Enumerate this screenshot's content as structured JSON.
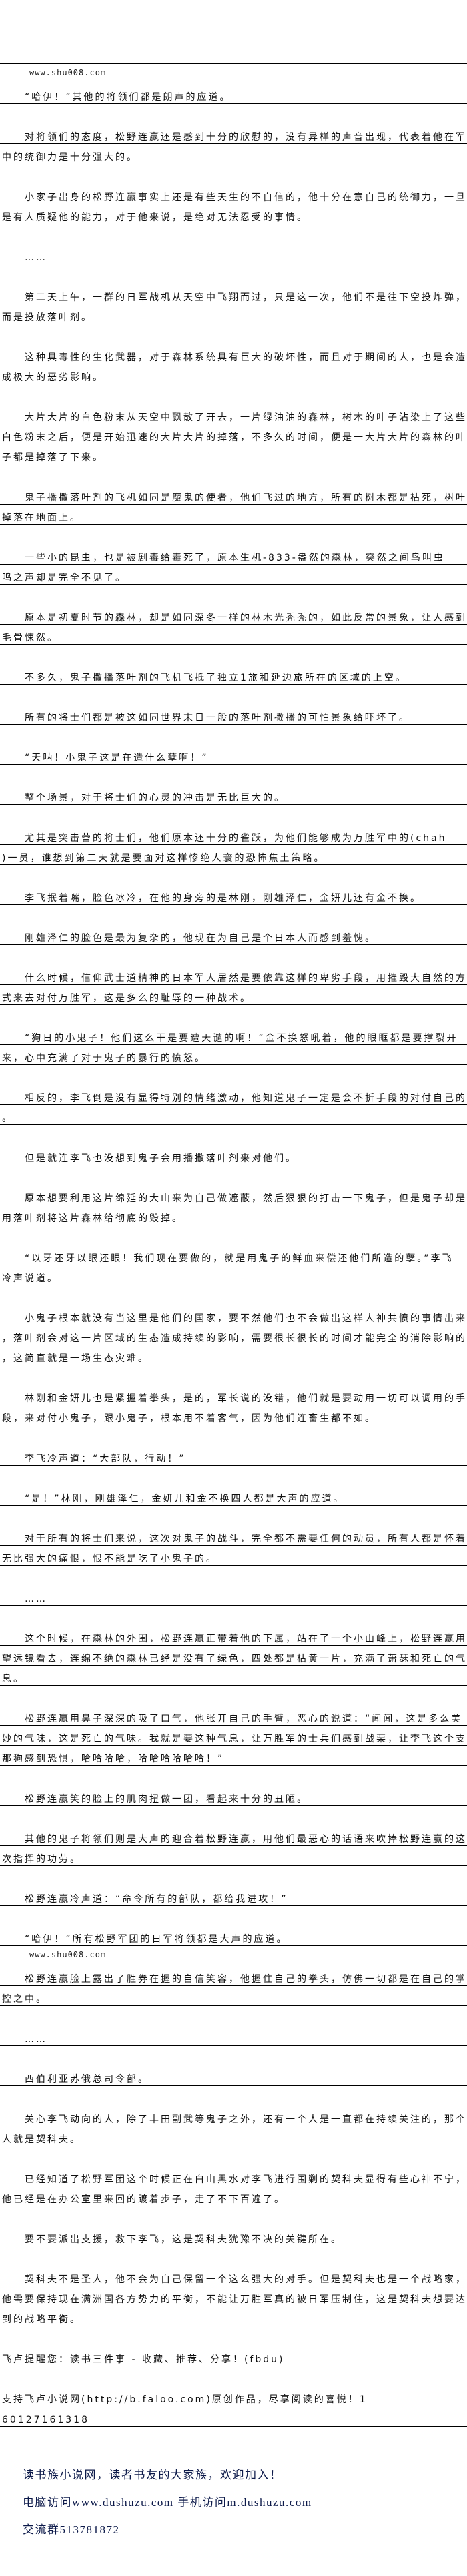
{
  "paragraphs": [
    {
      "prefix": "www.shu008.com",
      "lines": [
        "“哈伊！”其他的将领们都是朗声的应道。"
      ]
    },
    {
      "lines": [
        "对将领们的态度，松野连赢还是感到十分的欣慰的，没有异样的声音出现，代表着他在军",
        "中的统御力是十分强大的。"
      ]
    },
    {
      "lines": [
        "小家子出身的松野连赢事实上还是有些天生的不自信的，他十分在意自己的统御力，一旦",
        "是有人质疑他的能力，对于他来说，是绝对无法忍受的事情。"
      ]
    },
    {
      "lines": [
        "……"
      ]
    },
    {
      "lines": [
        "第二天上午，一群的日军战机从天空中飞翔而过，只是这一次，他们不是往下空投炸弹，",
        "而是投放落叶剂。"
      ]
    },
    {
      "lines": [
        "这种具毒性的生化武器，对于森林系统具有巨大的破坏性，而且对于期间的人，也是会造",
        "成极大的恶劣影响。"
      ]
    },
    {
      "lines": [
        "大片大片的白色粉末从天空中飘散了开去，一片绿油油的森林，树木的叶子沾染上了这些",
        "白色粉末之后，便是开始迅速的大片大片的掉落，不多久的时间，便是一大片大片的森林的叶",
        "子都是掉落了下来。"
      ]
    },
    {
      "lines": [
        "鬼子播撒落叶剂的飞机如同是魔鬼的使者，他们飞过的地方，所有的树木都是枯死，树叶",
        "掉落在地面上。"
      ]
    },
    {
      "lines": [
        "一些小的昆虫，也是被剧毒给毒死了，原本生机-833-盎然的森林，突然之间鸟叫虫",
        "鸣之声却是完全不见了。"
      ]
    },
    {
      "lines": [
        "原本是初夏时节的森林，却是如同深冬一样的林木光秃秃的，如此反常的景象，让人感到",
        "毛骨悚然。"
      ]
    },
    {
      "lines": [
        "不多久，鬼子撒播落叶剂的飞机飞抵了独立1旅和延边旅所在的区域的上空。"
      ]
    },
    {
      "lines": [
        "所有的将士们都是被这如同世界末日一般的落叶剂撒播的可怕景象给吓坏了。"
      ]
    },
    {
      "lines": [
        "“天呐！小鬼子这是在造什么孽啊！”"
      ]
    },
    {
      "lines": [
        "整个场景，对于将士们的心灵的冲击是无比巨大的。"
      ]
    },
    {
      "lines": [
        "尤其是突击营的将士们，他们原本还十分的雀跃，为他们能够成为万胜军中的(chah",
        ")一员，谁想到第二天就是要面对这样惨绝人寰的恐怖焦土策略。"
      ]
    },
    {
      "lines": [
        "李飞抿着嘴，脸色冰冷，在他的身旁的是林刚，刚雄泽仁，金妍儿还有金不换。"
      ]
    },
    {
      "lines": [
        "刚雄泽仁的脸色是最为复杂的，他现在为自己是个日本人而感到羞愧。"
      ]
    },
    {
      "lines": [
        "什么时候，信仰武士道精神的日本军人居然是要依靠这样的卑劣手段，用摧毁大自然的方",
        "式来去对付万胜军，这是多么的耻辱的一种战术。"
      ]
    },
    {
      "lines": [
        "“狗日的小鬼子！他们这么干是要遭天谴的啊！”金不换怒吼着，他的眼眶都是要撑裂开",
        "来，心中充满了对于鬼子的暴行的愤怒。"
      ]
    },
    {
      "lines": [
        "相反的，李飞倒是没有显得特别的情绪激动，他知道鬼子一定是会不折手段的对付自己的",
        "。"
      ]
    },
    {
      "lines": [
        "但是就连李飞也没想到鬼子会用播撒落叶剂来对他们。"
      ]
    },
    {
      "lines": [
        "原本想要利用这片绵延的大山来为自己做遮蔽，然后狠狠的打击一下鬼子，但是鬼子却是",
        "用落叶剂将这片森林给彻底的毁掉。"
      ]
    },
    {
      "lines": [
        "“以牙还牙以眼还眼！我们现在要做的，就是用鬼子的鲜血来偿还他们所造的孽。”李飞",
        "冷声说道。"
      ]
    },
    {
      "lines": [
        "小鬼子根本就没有当这里是他们的国家，要不然他们也不会做出这样人神共愤的事情出来",
        "，落叶剂会对这一片区域的生态造成持续的影响，需要很长很长的时间才能完全的消除影响的",
        "，这简直就是一场生态灾难。"
      ]
    },
    {
      "lines": [
        "林刚和金妍儿也是紧握着拳头，是的，军长说的没错，他们就是要动用一切可以调用的手",
        "段，来对付小鬼子，跟小鬼子，根本用不着客气，因为他们连畜生都不如。"
      ]
    },
    {
      "lines": [
        "李飞冷声道：“大部队，行动！”"
      ]
    },
    {
      "lines": [
        "“是！”林刚，刚雄泽仁，金妍儿和金不换四人都是大声的应道。"
      ]
    },
    {
      "lines": [
        "对于所有的将士们来说，这次对鬼子的战斗，完全都不需要任何的动员，所有人都是怀着",
        "无比强大的痛恨，恨不能是吃了小鬼子的。"
      ]
    },
    {
      "lines": [
        "……"
      ]
    },
    {
      "lines": [
        "这个时候，在森林的外围，松野连赢正带着他的下属，站在了一个小山峰上，松野连赢用",
        "望远镜看去，连绵不绝的森林已经是没有了绿色，四处都是枯黄一片，充满了萧瑟和死亡的气",
        "息。"
      ]
    },
    {
      "lines": [
        "松野连赢用鼻子深深的吸了口气，他张开自己的手臂，恶心的说道：“闻闻，这是多么美",
        "妙的气味，这是死亡的气味。我就是要这种气息，让万胜军的士兵们感到战栗，让李飞这个支",
        "那狗感到恐惧，哈哈哈哈，哈哈哈哈哈哈！”"
      ]
    },
    {
      "lines": [
        "松野连赢笑的脸上的肌肉扭做一团，看起来十分的丑陋。"
      ]
    },
    {
      "lines": [
        "其他的鬼子将领们则是大声的迎合着松野连赢，用他们最恶心的话语来吹捧松野连赢的这",
        "次指挥的功劳。"
      ]
    },
    {
      "lines": [
        "松野连赢冷声道：“命令所有的部队，都给我进攻！”"
      ]
    },
    {
      "lines": [
        "“哈伊！”所有松野军团的日军将领都是大声的应道。"
      ]
    },
    {
      "prefix": "www.shu008.com",
      "lines": [
        "松野连赢脸上露出了胜券在握的自信笑容，他握住自己的拳头，仿佛一切都是在自己的掌",
        "控之中。"
      ]
    },
    {
      "lines": [
        "……"
      ]
    },
    {
      "lines": [
        "西伯利亚苏俄总司令部。"
      ]
    },
    {
      "lines": [
        "关心李飞动向的人，除了丰田副武等鬼子之外，还有一个人是一直都在持续关注的，那个",
        "人就是契科夫。"
      ]
    },
    {
      "lines": [
        "已经知道了松野军团这个时候正在白山黑水对李飞进行围剿的契科夫显得有些心神不宁，",
        "他已经是在办公室里来回的踱着步子，走了不下百遍了。"
      ]
    },
    {
      "lines": [
        "要不要派出支援，救下李飞，这是契科夫犹豫不决的关键所在。"
      ]
    },
    {
      "lines": [
        "契科夫不是圣人，他不会为自己保留一个这么强大的对手。但是契科夫也是一个战略家，",
        "他需要保持现在满洲国各方势力的平衡，不能让万胜军真的被日军压制住，这是契科夫想要达",
        "到的战略平衡。"
      ]
    },
    {
      "noindent": true,
      "lines": [
        "飞卢提醒您：读书三件事 - 收藏、推荐、分享！(fbdu)"
      ]
    },
    {
      "noindent": true,
      "lines": [
        "支持飞卢小说网(http://b.faloo.com)原创作品，尽享阅读的喜悦！1",
        "60127161318"
      ]
    }
  ],
  "footer": {
    "line1": "读书族小说网，读者书友的大家族，欢迎加入！",
    "line2": "电脑访问www.dushuzu.com 手机访问m.dushuzu.com",
    "line3": "交流群513781872"
  }
}
